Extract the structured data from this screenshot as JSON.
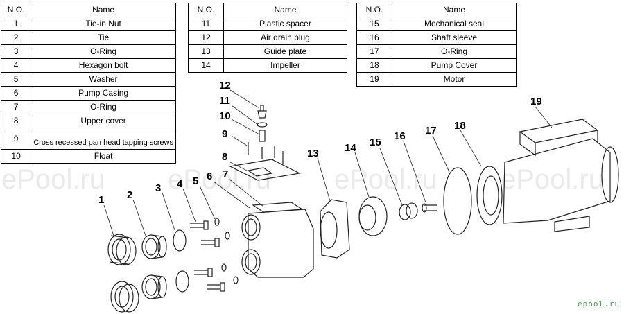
{
  "table_header": {
    "no": "N.O.",
    "name": "Name"
  },
  "parts_left": [
    {
      "no": "1",
      "name": "Tie-in Nut"
    },
    {
      "no": "2",
      "name": "Tie"
    },
    {
      "no": "3",
      "name": "O-Ring"
    },
    {
      "no": "4",
      "name": "Hexagon bolt"
    },
    {
      "no": "5",
      "name": "Washer"
    },
    {
      "no": "6",
      "name": "Pump Casing"
    },
    {
      "no": "7",
      "name": "O-Ring"
    },
    {
      "no": "8",
      "name": "Upper cover"
    },
    {
      "no": "9",
      "name": "Cross recessed pan head tapping screws"
    },
    {
      "no": "10",
      "name": "Float"
    }
  ],
  "parts_middle": [
    {
      "no": "11",
      "name": "Plastic spacer"
    },
    {
      "no": "12",
      "name": "Air drain plug"
    },
    {
      "no": "13",
      "name": "Guide plate"
    },
    {
      "no": "14",
      "name": "Impeller"
    }
  ],
  "parts_right": [
    {
      "no": "15",
      "name": "Mechanical seal"
    },
    {
      "no": "16",
      "name": "Shaft sleeve"
    },
    {
      "no": "17",
      "name": "O-Ring"
    },
    {
      "no": "18",
      "name": "Pump Cover"
    },
    {
      "no": "19",
      "name": "Motor"
    }
  ],
  "callouts": [
    "1",
    "2",
    "3",
    "4",
    "5",
    "6",
    "7",
    "8",
    "9",
    "10",
    "11",
    "12",
    "13",
    "14",
    "15",
    "16",
    "17",
    "18",
    "19"
  ],
  "watermark": "ePool.ru",
  "brand": "epool.ru"
}
